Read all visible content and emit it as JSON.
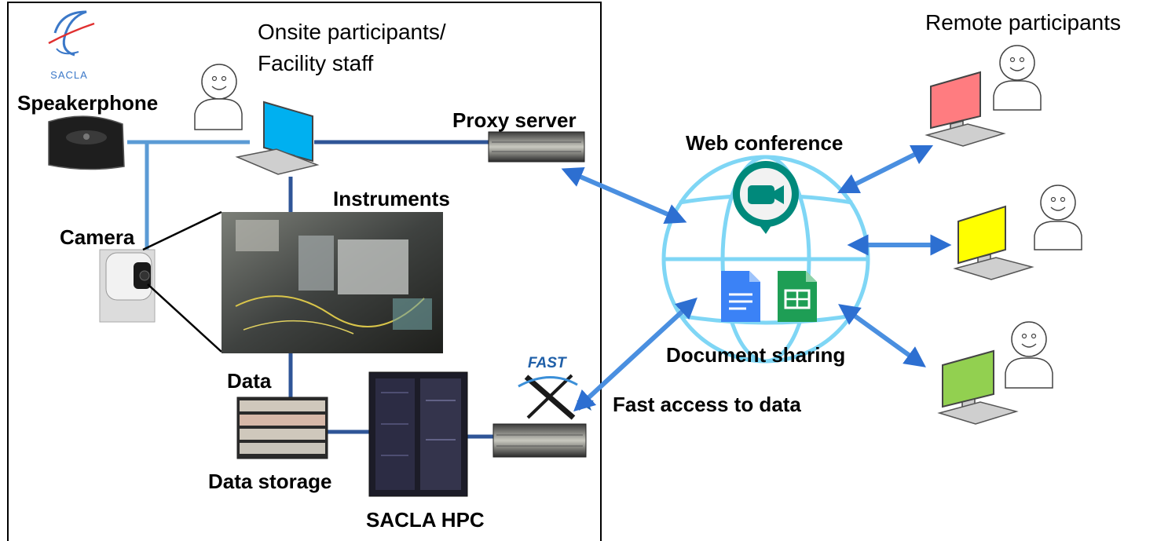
{
  "labels": {
    "onsite_line1": "Onsite participants/",
    "onsite_line2": "Facility staff",
    "remote": "Remote participants",
    "speakerphone": "Speakerphone",
    "proxy_server": "Proxy server",
    "instruments": "Instruments",
    "camera": "Camera",
    "data": "Data",
    "data_storage": "Data storage",
    "sacla_hpc": "SACLA HPC",
    "web_conference": "Web conference",
    "document_sharing": "Document sharing",
    "fast_access": "Fast access to data"
  },
  "logos": {
    "sacla": "SACLA",
    "fast": "FAST"
  },
  "icons": {
    "video": "video-camera-icon",
    "docs": "document-icon",
    "sheets": "spreadsheet-icon",
    "globe": "globe-icon"
  },
  "colors": {
    "link_line": "#2f5597",
    "camera_line": "#5b9bd5",
    "arrow": "#4a8fe0",
    "globe": "#7fd6f5",
    "monitor_onsite": "#00b0f0",
    "monitor_remote_1": "#ff7c80",
    "monitor_remote_2": "#ffff00",
    "monitor_remote_3": "#92d050"
  }
}
